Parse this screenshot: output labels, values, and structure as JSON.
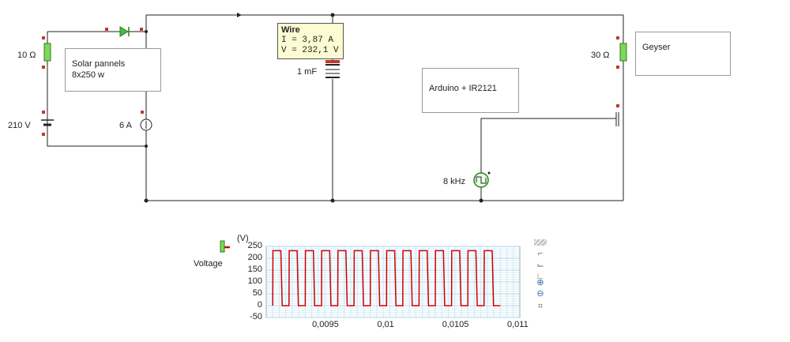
{
  "circuit": {
    "resistor_left": "10 Ω",
    "resistor_right": "30 Ω",
    "battery": "210 V",
    "current_source": "6 A",
    "capacitor": "1 mF",
    "signal_source": "8 kHz",
    "solar_box": {
      "line1": "Solar pannels",
      "line2": "8x250 w"
    },
    "arduino_box": "Arduino + IR2121",
    "geyser_box": "Geyser",
    "tooltip": {
      "title": "Wire",
      "current": "I = 3,87 A",
      "voltage": "V = 232,1 V"
    }
  },
  "colors": {
    "wire": "#222222",
    "trace": "#cc0000",
    "grid": "#a8d4e8",
    "diode": "#44bb44",
    "resistor": "#7ed957"
  },
  "chart_data": {
    "type": "line",
    "series": [
      {
        "name": "Voltage",
        "shape": "square-wave",
        "high": 232,
        "low": 0,
        "frequency_hz": 8000,
        "duty": 0.5
      }
    ],
    "x": {
      "ticks": [
        "0,0095",
        "0,01",
        "0,0105",
        "0,011"
      ],
      "tick_values": [
        0.0095,
        0.01,
        0.0105,
        0.011
      ],
      "range": [
        0.00905,
        0.011
      ]
    },
    "ylabel": "(V)",
    "y": {
      "ticks": [
        "250",
        "200",
        "150",
        "100",
        "50",
        "0",
        "-50"
      ],
      "range": [
        -50,
        250
      ]
    },
    "grid": true,
    "legend": "left"
  },
  "tools": [
    "grid-icon",
    "fit-y-icon",
    "fit-xy-icon",
    "fit-x-icon",
    "zoom-in-icon",
    "zoom-out-icon",
    "crop-icon"
  ]
}
